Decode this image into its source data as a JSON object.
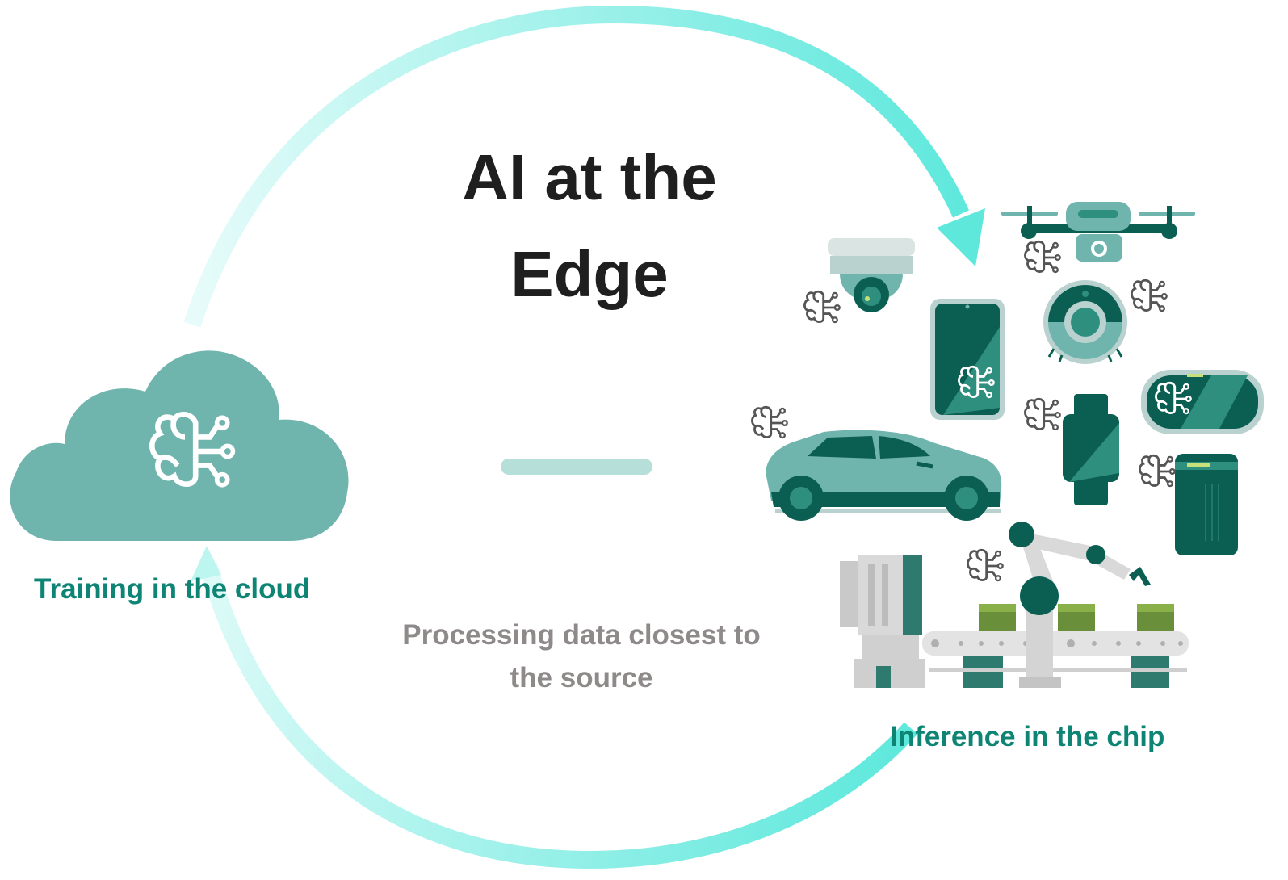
{
  "title": "AI at the Edge",
  "subtitle": "Processing data closest to the source",
  "cloud_label": "Training in the cloud",
  "chip_label": "Inference in the chip",
  "colors": {
    "arrow": "#5ee8dc",
    "cloud": "#6fb5ae",
    "dark_green": "#0b5f52",
    "teal": "#2f8f7f",
    "label_green": "#0e8474",
    "subtitle_gray": "#8e8a89",
    "divider": "#b6dfda"
  },
  "icons": [
    "cloud-ai-icon",
    "drone-icon",
    "security-camera-icon",
    "smartphone-icon",
    "robot-vacuum-icon",
    "vr-headset-icon",
    "car-icon",
    "smartwatch-icon",
    "smart-speaker-icon",
    "robotic-arm-conveyor-icon",
    "brain-circuit-icon"
  ]
}
